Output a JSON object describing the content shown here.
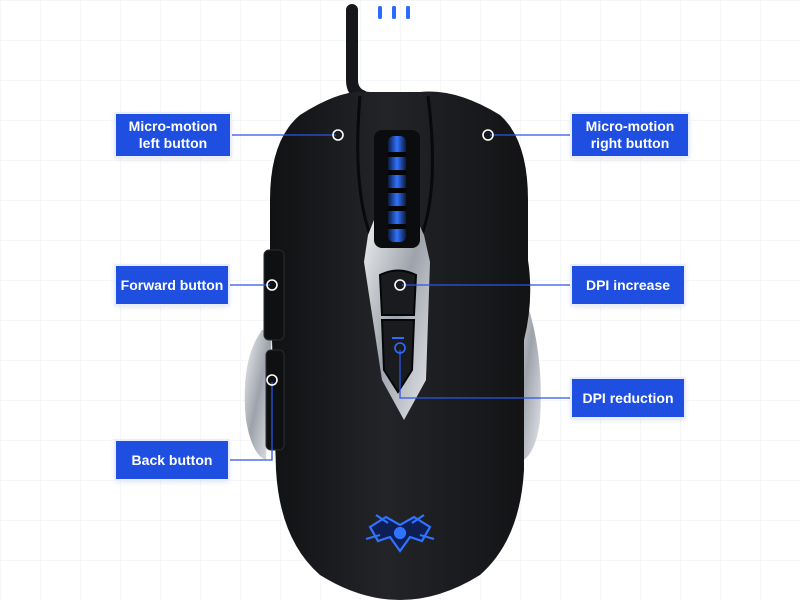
{
  "callouts": {
    "micro_left": {
      "line1": "Micro-motion",
      "line2": "left button"
    },
    "micro_right": {
      "line1": "Micro-motion",
      "line2": "right button"
    },
    "forward": {
      "label": "Forward button"
    },
    "dpi_increase": {
      "label": "DPI increase"
    },
    "dpi_reduction": {
      "label": "DPI reduction"
    },
    "back": {
      "label": "Back button"
    }
  },
  "colors": {
    "callout": "#1f4fe0",
    "accent_blue": "#2b6cff",
    "mouse_body": "#1b1c1f",
    "silver": "#c9ccd2"
  },
  "icons": {
    "top_marks": "three-blue-vertical-bars",
    "logo": "spider-emblem-icon"
  }
}
